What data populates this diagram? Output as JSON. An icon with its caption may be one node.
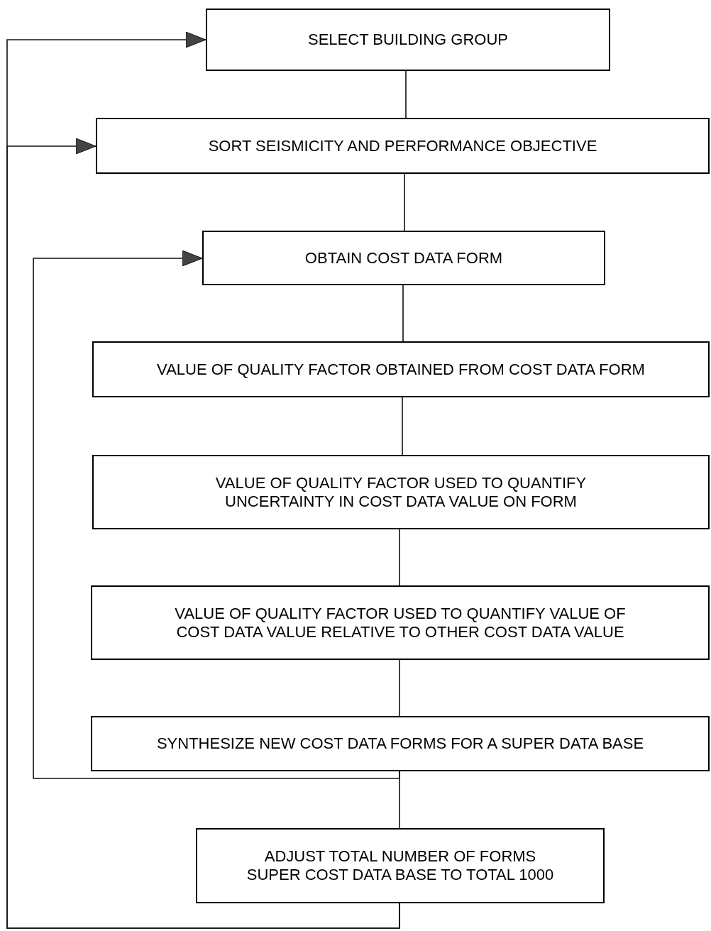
{
  "diagram": {
    "nodes": [
      {
        "text": [
          "SELECT BUILDING GROUP"
        ]
      },
      {
        "text": [
          "SORT SEISMICITY AND PERFORMANCE OBJECTIVE"
        ]
      },
      {
        "text": [
          "OBTAIN COST DATA FORM"
        ]
      },
      {
        "text": [
          "VALUE OF QUALITY FACTOR OBTAINED FROM COST DATA FORM"
        ]
      },
      {
        "text": [
          "VALUE OF QUALITY FACTOR USED TO QUANTIFY UNCERTAINTY IN COST DATA VALUE ON FORM"
        ]
      },
      {
        "text": [
          "VALUE OF QUALITY FACTOR USED TO QUANTIFY VALUE OF COST DATA VALUE RELATIVE TO OTHER COST DATA VALUE"
        ]
      },
      {
        "text": [
          "SYNTHESIZE NEW COST DATA FORMS FOR A SUPER DATA BASE"
        ]
      },
      {
        "text": [
          "ADJUST TOTAL NUMBER OF FORMS SUPER COST DATA BASE TO TOTAL 1000"
        ]
      }
    ],
    "edges": [
      {
        "from": 0,
        "to": 1,
        "arrow": "none"
      },
      {
        "from": 1,
        "to": 2,
        "arrow": "none"
      },
      {
        "from": 2,
        "to": 3,
        "arrow": "none"
      },
      {
        "from": 3,
        "to": 4,
        "arrow": "none"
      },
      {
        "from": 4,
        "to": 5,
        "arrow": "none"
      },
      {
        "from": 5,
        "to": 6,
        "arrow": "none"
      },
      {
        "from": 6,
        "to": 7,
        "arrow": "none"
      },
      {
        "from": 6,
        "to": 2,
        "arrow": "to"
      },
      {
        "from": 7,
        "to": 0,
        "arrow": "to"
      },
      {
        "from": 7,
        "to": 1,
        "arrow": "to"
      }
    ]
  }
}
